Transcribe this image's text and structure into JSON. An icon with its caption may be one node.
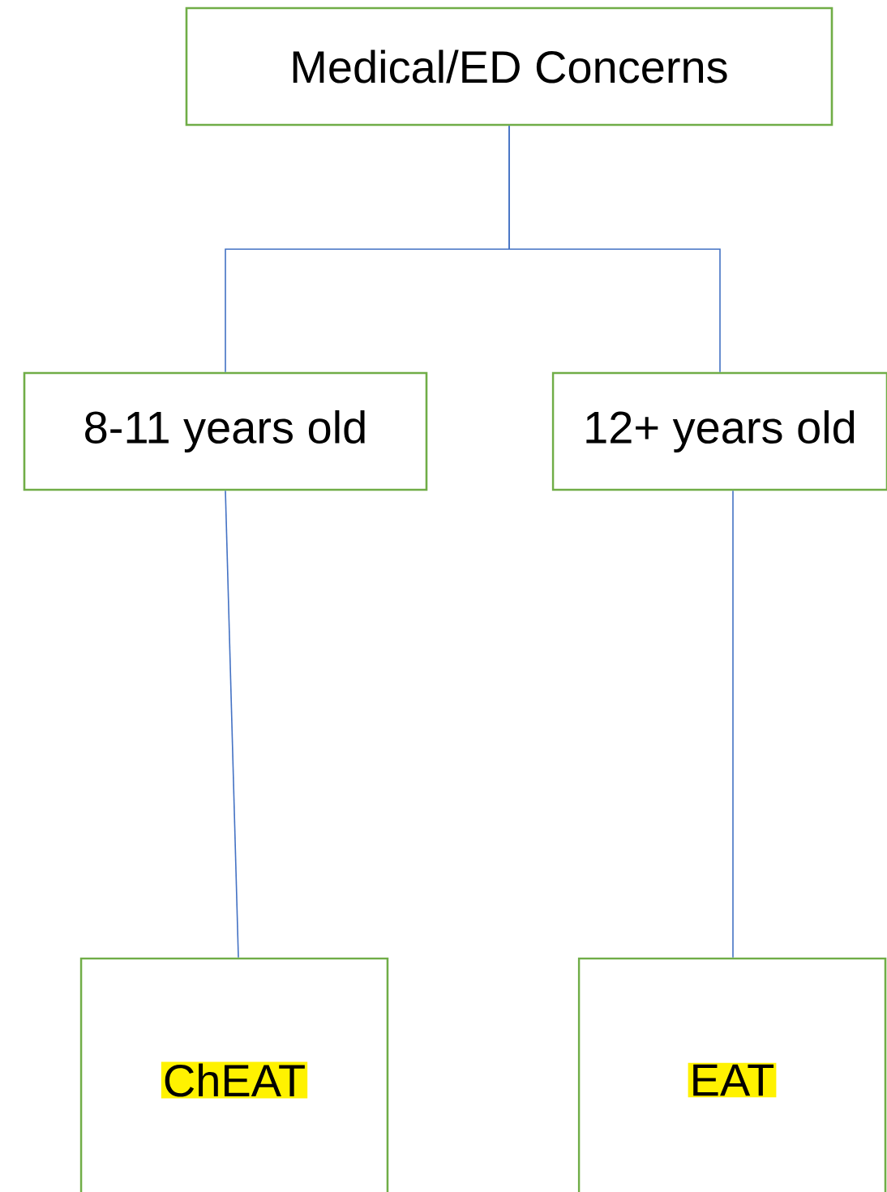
{
  "diagram": {
    "nodes": [
      {
        "text": [
          "Medical/ED Concerns"
        ]
      },
      {
        "text": [
          "8-11 years old"
        ]
      },
      {
        "text": [
          "12+ years old"
        ]
      },
      {
        "text": [
          "ChEAT"
        ]
      },
      {
        "text": [
          "EAT"
        ]
      }
    ],
    "edges": [
      {
        "from": 0,
        "to": 1,
        "arrow": "none"
      },
      {
        "from": 0,
        "to": 2,
        "arrow": "none"
      },
      {
        "from": 1,
        "to": 3,
        "arrow": "none"
      },
      {
        "from": 2,
        "to": 4,
        "arrow": "none"
      }
    ]
  }
}
